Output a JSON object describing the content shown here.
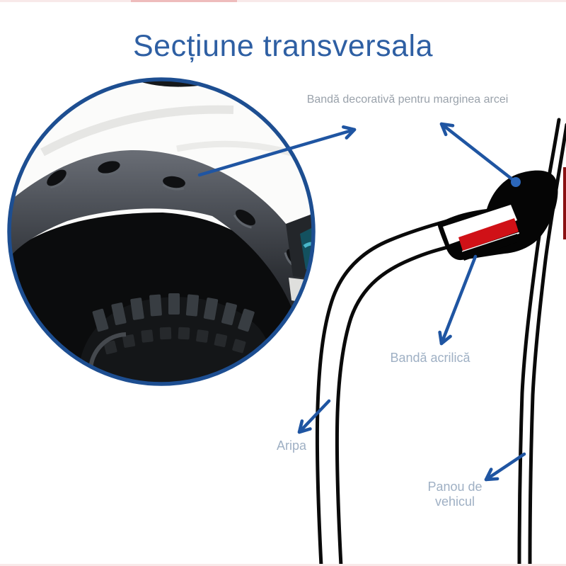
{
  "title": "Secțiune transversala",
  "callouts": {
    "decorative_band": "Bandă decorativă pentru marginea arcei",
    "acrylic_band": "Bandă acrilică",
    "fender": "Aripa",
    "vehicle_panel_line1": "Panou de",
    "vehicle_panel_line2": "vehicul"
  },
  "figure": {
    "inset": "photo-of-fender-flare-over-wheel-arch",
    "diagram": "cross-section-of-flare-edge-on-vehicle-panel"
  },
  "colors": {
    "title_blue": "#2e5fa3",
    "arrow_blue": "#1f55a2",
    "leader_dot_blue": "#2c67ba",
    "circle_border_blue": "#1d4e91",
    "decorative_label_gray": "#9aa2ab",
    "diagram_label_blue_gray": "#9fb0c4",
    "acrylic_tape_red": "#d01117",
    "diagram_line_black": "#0a0a0a"
  }
}
